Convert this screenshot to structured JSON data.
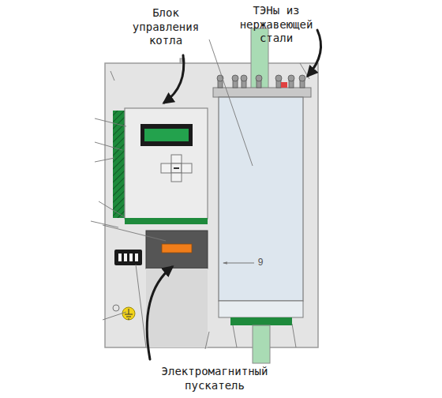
{
  "diagram": {
    "labels": [
      "Блок управления котла",
      "ТЭНы из нержавеющей стали",
      "Электромагнитный пускатель",
      "9"
    ]
  }
}
